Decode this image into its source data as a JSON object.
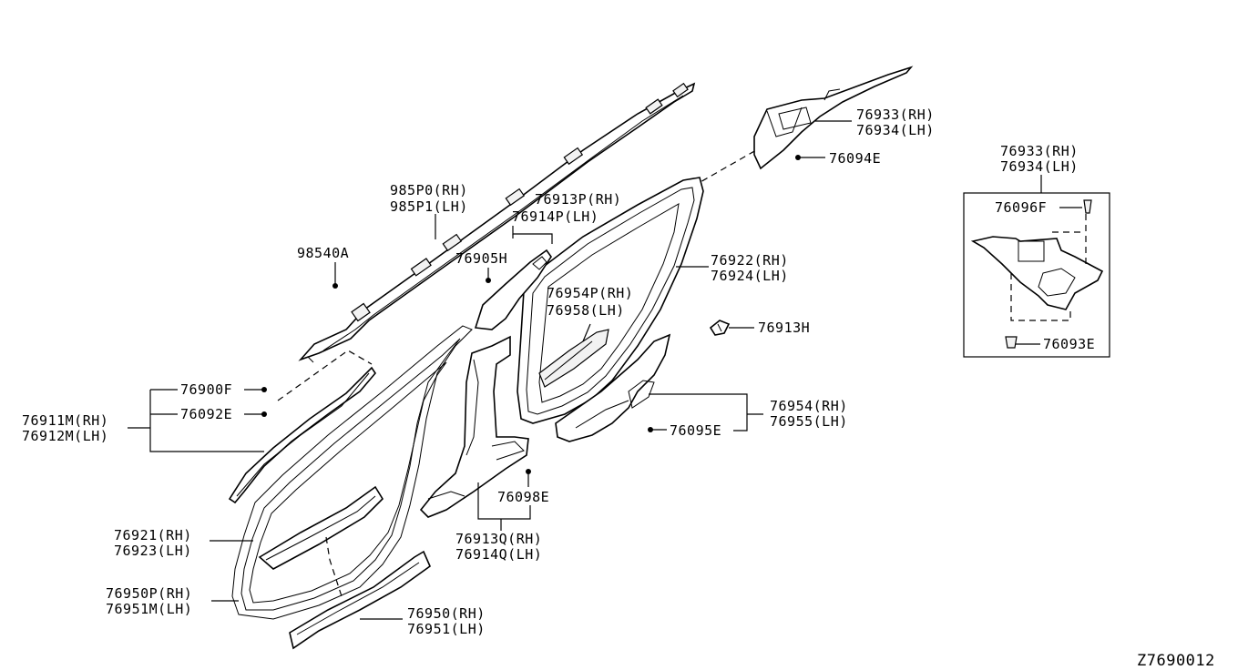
{
  "diagram": {
    "drawing_code": "Z7690012",
    "labels": {
      "p985P0": "985P0(RH)",
      "p985P1": "985P1(LH)",
      "p98540A": "98540A",
      "p76913P": "76913P(RH)",
      "p76914P": "76914P(LH)",
      "p76905H": "76905H",
      "p76954P": "76954P(RH)",
      "p76958": "76958(LH)",
      "p76922": "76922(RH)",
      "p76924": "76924(LH)",
      "p76913H": "76913H",
      "p76933a": "76933(RH)",
      "p76934a": "76934(LH)",
      "p76094E": "76094E",
      "p76933b": "76933(RH)",
      "p76934b": "76934(LH)",
      "p76096F": "76096F",
      "p76093E": "76093E",
      "p76900F": "76900F",
      "p76092E": "76092E",
      "p76911M": "76911M(RH)",
      "p76912M": "76912M(LH)",
      "p76954": "76954(RH)",
      "p76955": "76955(LH)",
      "p76095E": "76095E",
      "p76098E": "76098E",
      "p76913Q": "76913Q(RH)",
      "p76914Q": "76914Q(LH)",
      "p76921": "76921(RH)",
      "p76923": "76923(LH)",
      "p76950P": "76950P(RH)",
      "p76951M": "76951M(LH)",
      "p76950": "76950(RH)",
      "p76951": "76951(LH)"
    }
  }
}
